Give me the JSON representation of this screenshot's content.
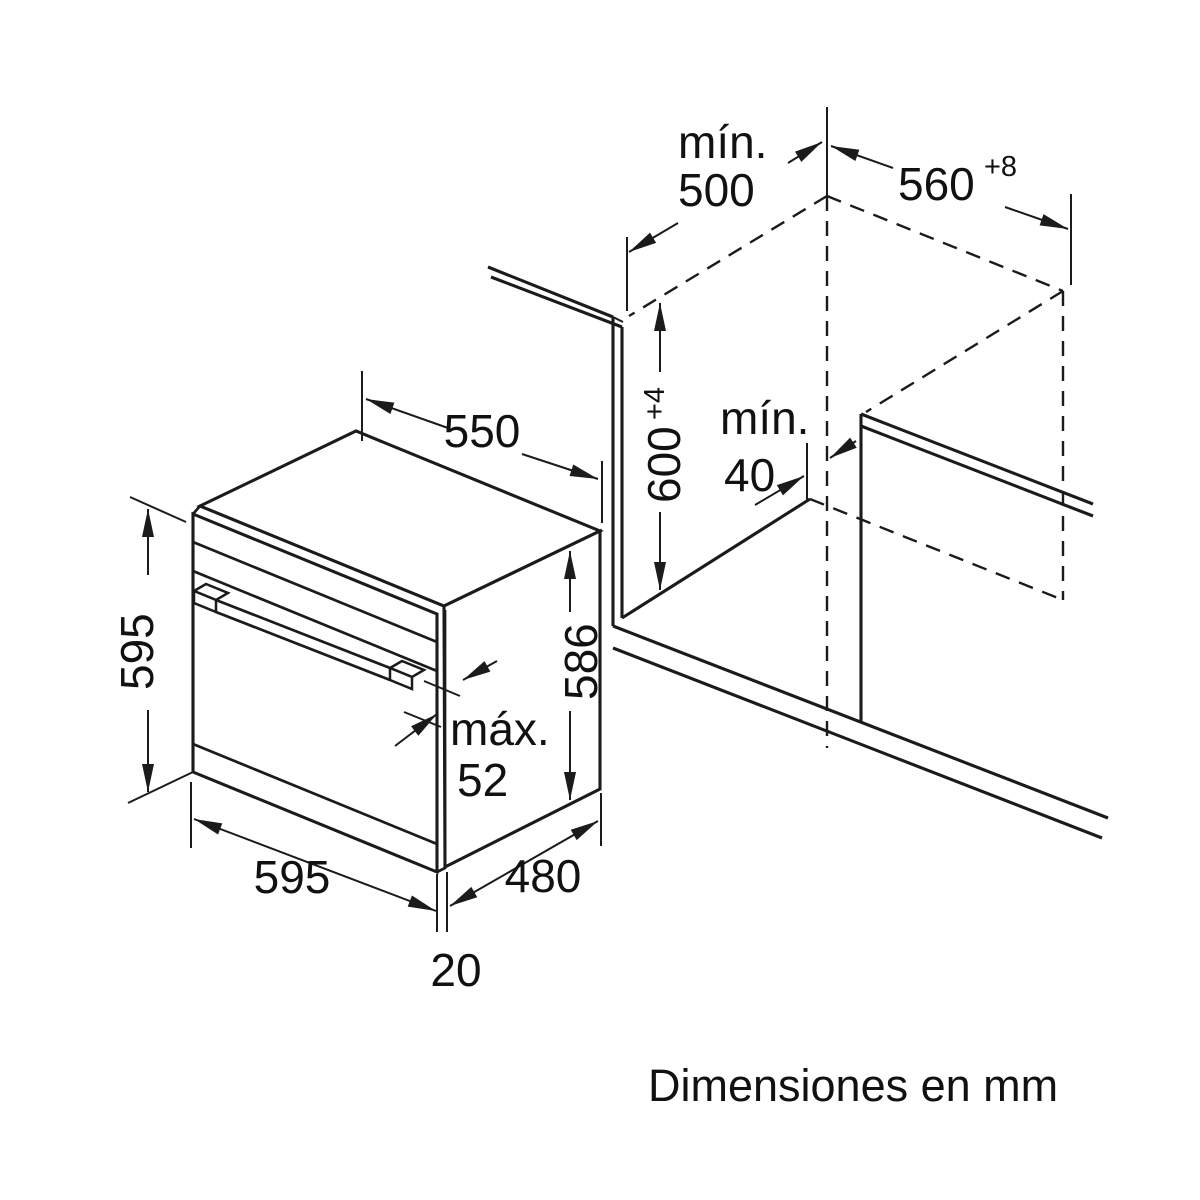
{
  "dims": {
    "top_depth": "550",
    "oven_height": "595",
    "side_height": "586",
    "door_protrusion_label": "máx.",
    "door_protrusion_value": "52",
    "niche_depth_label": "mín.",
    "niche_depth_value": "500",
    "niche_width_value": "560",
    "niche_width_tolerance": "+8",
    "niche_height_value": "600",
    "niche_height_tolerance": "+4",
    "rear_gap_label": "mín.",
    "rear_gap_value": "40",
    "oven_width": "595",
    "body_depth": "480",
    "door_thickness": "20"
  },
  "footer": {
    "note": "Dimensiones en mm"
  }
}
